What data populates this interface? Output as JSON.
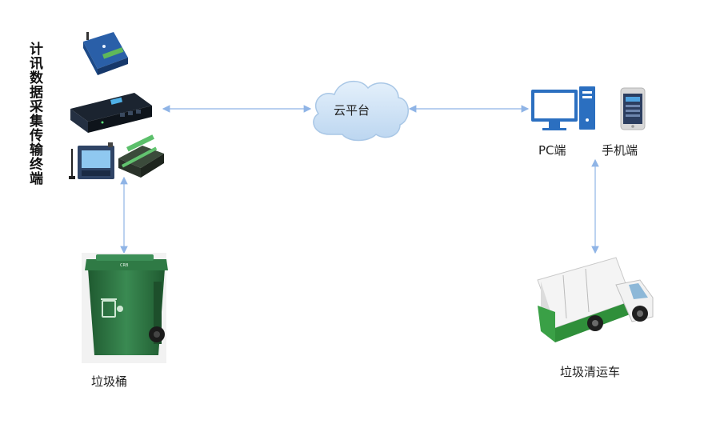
{
  "terminal_label": "计讯数据采集传输终端",
  "cloud_label": "云平台",
  "pc_label": "PC端",
  "mobile_label": "手机端",
  "bin_label": "垃圾桶",
  "truck_label": "垃圾清运车",
  "bin_lid_text": "CRB",
  "colors": {
    "arrow": "#8fb4e6",
    "cloud_fill": "#cfe3f6",
    "bin_green": "#2f7a45",
    "device_blue": "#1c3f7a"
  }
}
